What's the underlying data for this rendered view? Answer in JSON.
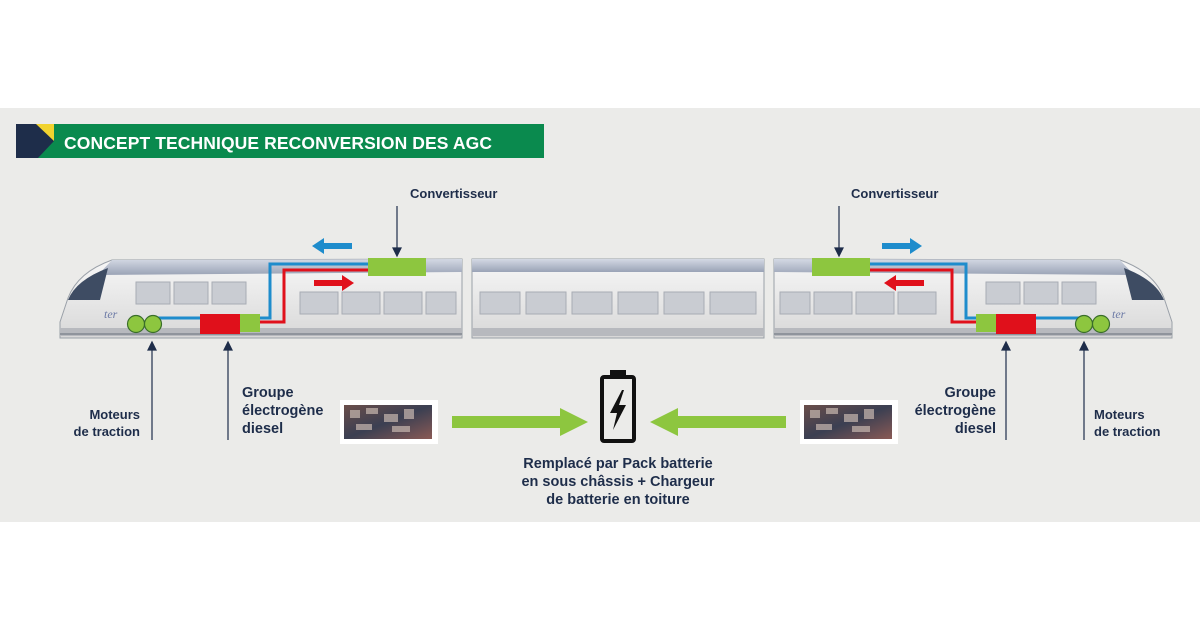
{
  "title": "CONCEPT TECHNIQUE RECONVERSION DES AGC",
  "labels": {
    "convertisseur_left": "Convertisseur",
    "convertisseur_right": "Convertisseur",
    "moteurs_left": "Moteurs\nde traction",
    "moteurs_right": "Moteurs\nde traction",
    "groupe_left": "Groupe\nélectrogène\ndiesel",
    "groupe_right": "Groupe\nélectrogène\ndiesel",
    "battery_caption": "Remplacé par Pack batterie\nen sous châssis + Chargeur\nde batterie en toiture"
  },
  "train_logo": "ter",
  "colors": {
    "title_green": "#0a8a4e",
    "title_navy": "#1e2d4a",
    "title_yellow": "#f1d330",
    "converter_green": "#8dc63f",
    "generator_red": "#e0101b",
    "power_blue": "#1e8ccc",
    "power_red": "#e0101b",
    "arrow_green": "#8dc63f",
    "label_navy": "#1e2d4a"
  },
  "icons": [
    "battery-icon",
    "diesel-engine-image"
  ]
}
